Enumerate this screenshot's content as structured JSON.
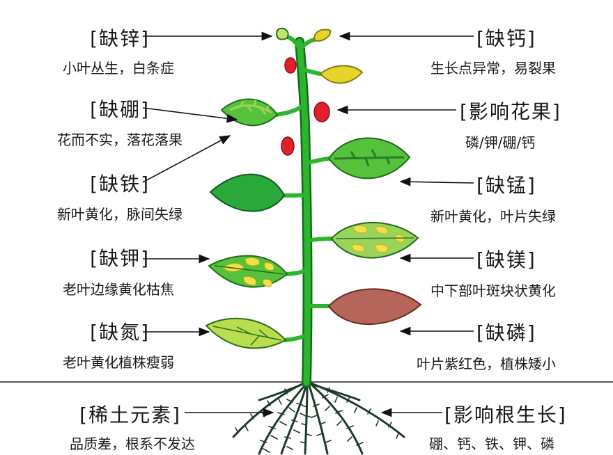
{
  "colors": {
    "stem": "#2db52d",
    "stem_outline": "#0f6e1a",
    "leaf_dark": "#2aa83a",
    "leaf_mid": "#56c23c",
    "leaf_light": "#b8de4f",
    "leaf_yellow": "#e6d42a",
    "leaf_purple": "#b5655a",
    "fruit": "#e0202b",
    "root": "#1e3a2a"
  },
  "annotations": {
    "left": [
      {
        "title": "[缺锌]",
        "desc": "小叶丛生，白条症"
      },
      {
        "title": "[缺硼]",
        "desc": "花而不实，落花落果"
      },
      {
        "title": "[缺铁]",
        "desc": "新叶黄化，脉间失绿"
      },
      {
        "title": "[缺钾]",
        "desc": "老叶边缘黄化枯焦"
      },
      {
        "title": "[缺氮]",
        "desc": "老叶黄化植株瘦弱"
      }
    ],
    "right": [
      {
        "title": "[缺钙]",
        "desc": "生长点异常，易裂果"
      },
      {
        "title": "[影响花果]",
        "desc": "磷/钾/硼/钙"
      },
      {
        "title": "[缺锰]",
        "desc": "新叶黄化，叶片失绿"
      },
      {
        "title": "[缺镁]",
        "desc": "中下部叶斑块状黄化"
      },
      {
        "title": "[缺磷]",
        "desc": "叶片紫红色，植株矮小"
      }
    ],
    "roots_left": {
      "title": "[稀土元素]",
      "desc": "品质差，根系不发达"
    },
    "roots_right": {
      "title": "[影响根生长]",
      "desc": "硼、钙、铁、钾、磷"
    }
  }
}
